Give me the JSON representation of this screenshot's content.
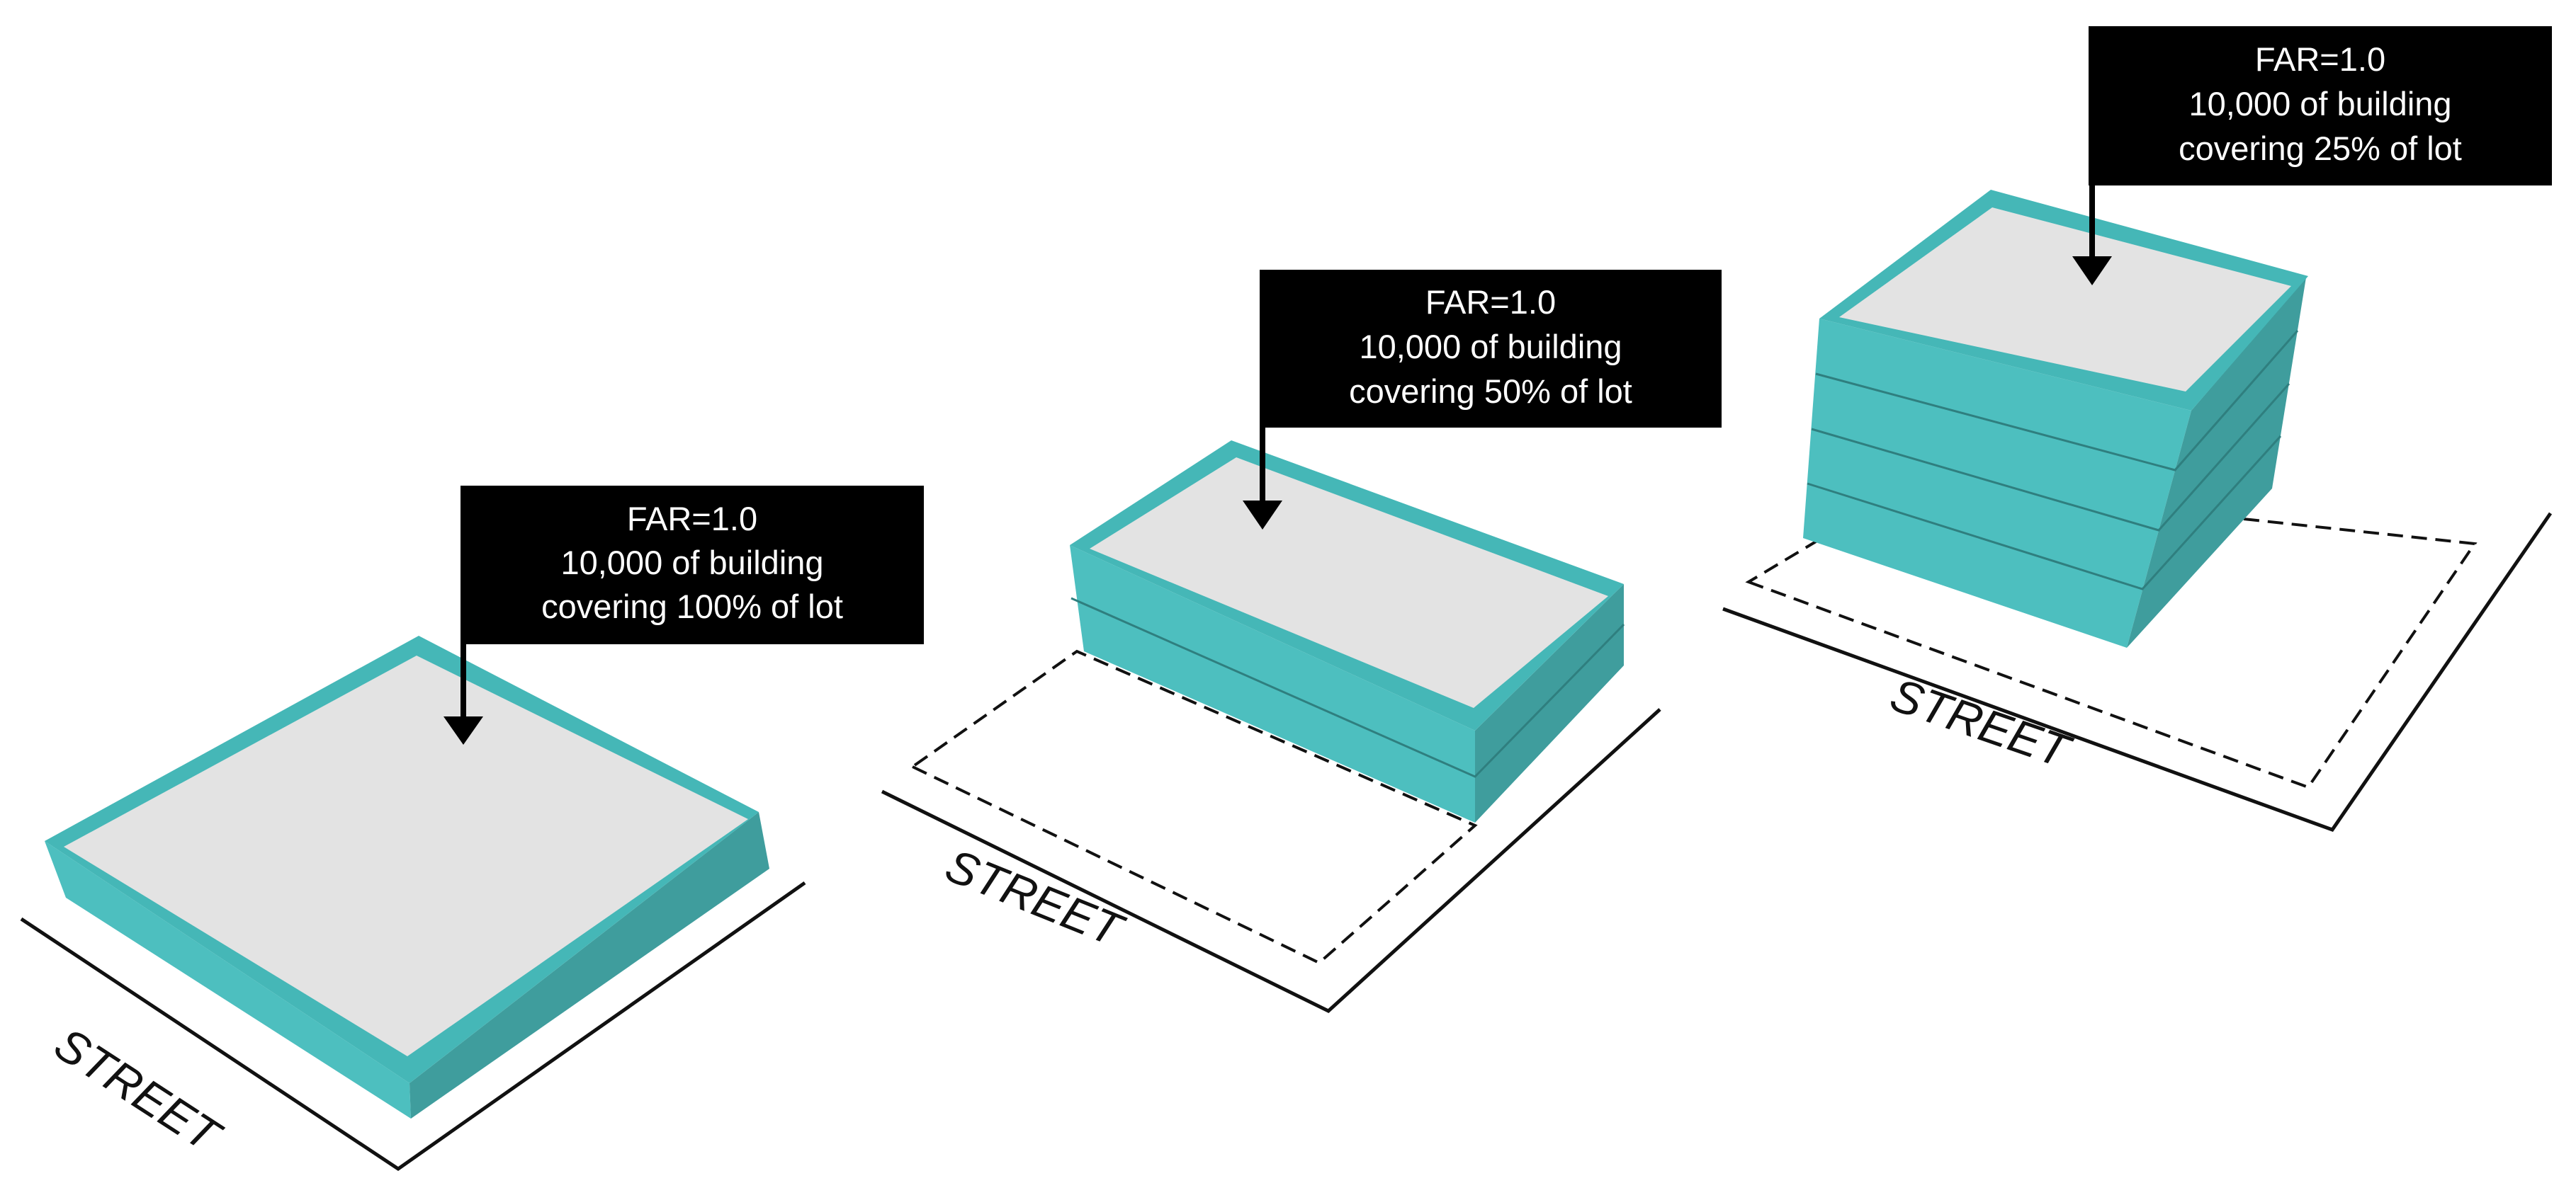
{
  "colors": {
    "roof": "#e3e3e3",
    "wall_front": "#4dbfbf",
    "wall_side": "#3f9d9d",
    "parapet": "#45b7b7",
    "callout_bg": "#000000",
    "callout_text": "#ffffff",
    "lines": "#111111"
  },
  "scenarios": [
    {
      "callout": {
        "line1": "FAR=1.0",
        "line2": "10,000 of building",
        "line3": "covering 100% of lot"
      },
      "street_label": "STREET",
      "coverage_percent": 100,
      "floors": 1
    },
    {
      "callout": {
        "line1": "FAR=1.0",
        "line2": "10,000 of building",
        "line3": "covering 50% of lot"
      },
      "street_label": "STREET",
      "coverage_percent": 50,
      "floors": 2
    },
    {
      "callout": {
        "line1": "FAR=1.0",
        "line2": "10,000 of building",
        "line3": "covering 25% of lot"
      },
      "street_label": "STREET",
      "coverage_percent": 25,
      "floors": 4
    }
  ]
}
